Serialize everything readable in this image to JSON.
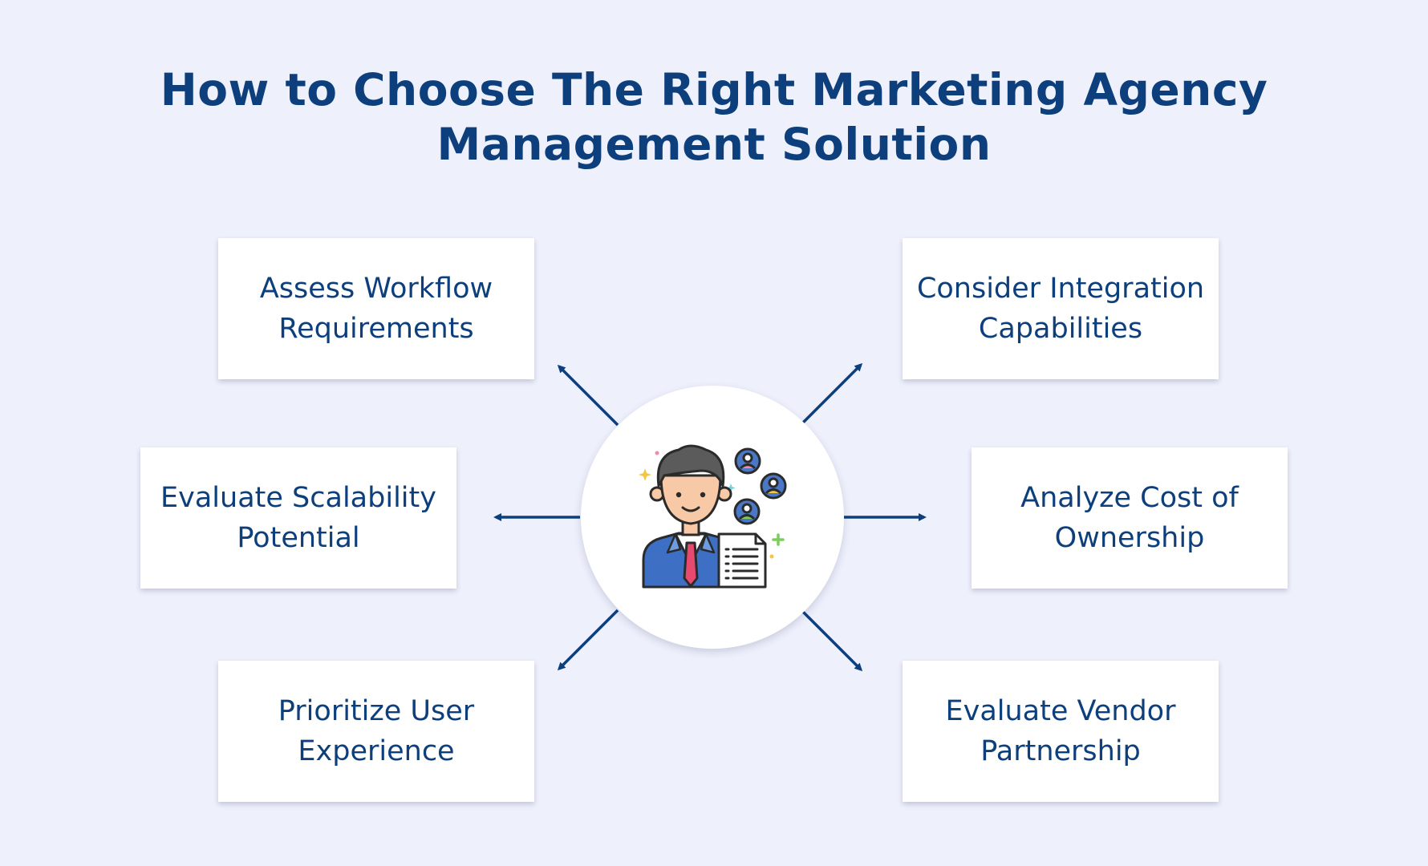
{
  "title": {
    "line1": "How to Choose The Right Marketing Agency",
    "line2": "Management Solution"
  },
  "cards": [
    {
      "text": "Assess Workflow\nRequirements"
    },
    {
      "text": "Consider Integration\nCapabilities"
    },
    {
      "text": "Evaluate Scalability\nPotential"
    },
    {
      "text": "Analyze Cost of\nOwnership"
    },
    {
      "text": "Prioritize User\nExperience"
    },
    {
      "text": "Evaluate Vendor\nPartnership"
    }
  ],
  "center_icon": "businessman-with-team-and-document-icon",
  "colors": {
    "background": "#eef0fc",
    "title_text": "#0d3f7c",
    "card_text": "#0d3f7c",
    "card_bg": "#ffffff",
    "arrow": "#0d3f7c",
    "hub_bg": "#ffffff"
  }
}
